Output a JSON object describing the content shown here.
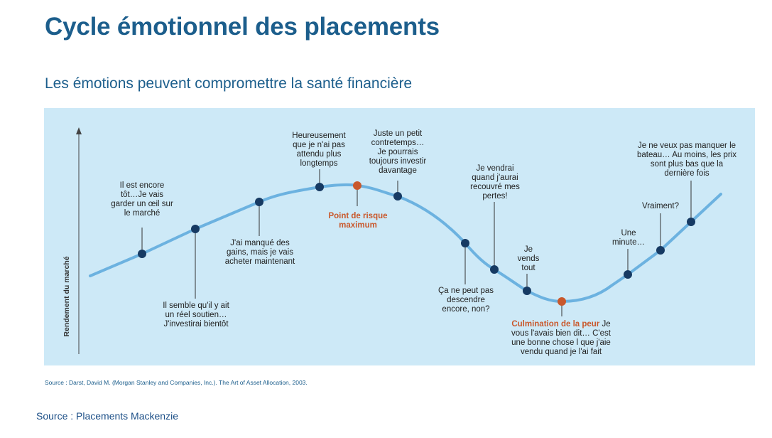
{
  "title": "Cycle émotionnel des placements",
  "subtitle": "Les émotions peuvent compromettre la santé financière",
  "y_axis_label": "Rendement du marché",
  "source_reference": "Source : Darst, David M. (Morgan Stanley and Companies, Inc.). The Art of Asset Allocation, 2003.",
  "source_footer": "Source : Placements Mackenzie",
  "colors": {
    "title": "#1c5e8c",
    "panel_bg": "#cde9f7",
    "curve": "#6cb2e0",
    "point": "#163a63",
    "highlight": "#c9582c"
  },
  "stages": [
    {
      "lines": [
        "Il est encore",
        "tôt…Je vais",
        "garder un œil sur",
        "le marché"
      ]
    },
    {
      "lines": [
        "Il semble qu'il y ait",
        "un réel soutien…",
        "J'investirai bientôt"
      ]
    },
    {
      "lines": [
        "J'ai manqué des",
        "gains, mais je vais",
        "acheter maintenant"
      ]
    },
    {
      "lines": [
        "Heureusement",
        "que je n'ai pas",
        "attendu plus",
        "longtemps"
      ]
    },
    {
      "lines": [
        "Point de risque",
        "maximum"
      ]
    },
    {
      "lines": [
        "Juste un petit",
        "contretemps…",
        "Je pourrais",
        "toujours investir",
        "davantage"
      ]
    },
    {
      "lines": [
        "Ça ne peut pas",
        "descendre",
        "encore, non?"
      ]
    },
    {
      "lines": [
        "Je vendrai",
        "quand j'aurai",
        "recouvré mes",
        "pertes!"
      ]
    },
    {
      "lines": [
        "Je",
        "vends",
        "tout"
      ]
    },
    {
      "highlight": "Culmination de la peur",
      "lines": [
        "Je",
        "vous l'avais bien dit… C'est",
        "une bonne chose l que j'aie",
        "vendu quand je l'ai fait"
      ]
    },
    {
      "lines": [
        "Une",
        "minute…"
      ]
    },
    {
      "lines": [
        "Vraiment?"
      ]
    },
    {
      "lines": [
        "Je ne veux pas manquer le",
        "bateau… Au moins, les prix",
        "sont plus bas que la",
        "dernière fois"
      ]
    }
  ]
}
